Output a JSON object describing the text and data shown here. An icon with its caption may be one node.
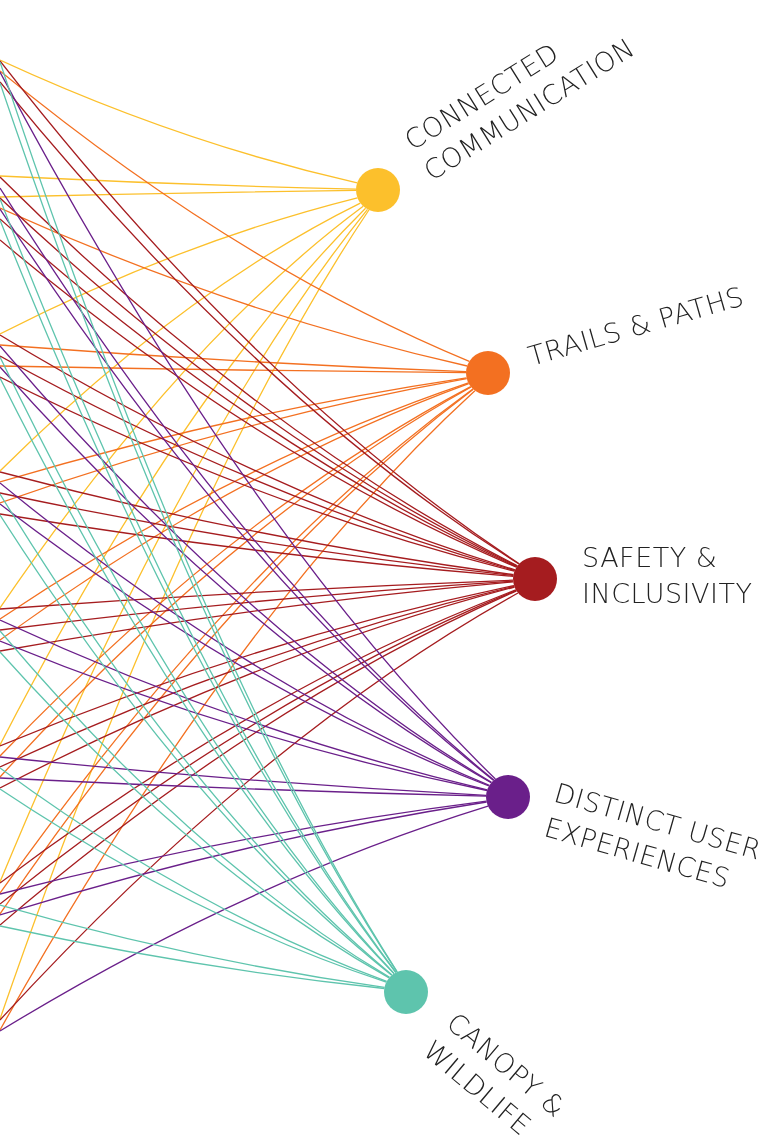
{
  "diagram": {
    "nodes": [
      {
        "text": [
          "CONNECTED COMMUNICATION"
        ]
      },
      {
        "text": [
          "TRAILS & PATHS"
        ]
      },
      {
        "text": [
          "SAFETY & INCLUSIVITY"
        ]
      },
      {
        "text": [
          "DISTINCT USER EXPERIENCES"
        ]
      },
      {
        "text": [
          "CANOPY & WILDLIFE"
        ]
      }
    ],
    "edges": [
      {
        "from": null,
        "to": 0,
        "arrow": "none",
        "color": "#fcc02c"
      },
      {
        "from": null,
        "to": 0,
        "arrow": "none",
        "color": "#fcc02c"
      },
      {
        "from": null,
        "to": 0,
        "arrow": "none",
        "color": "#fcc02c"
      },
      {
        "from": null,
        "to": 0,
        "arrow": "none",
        "color": "#fcc02c"
      },
      {
        "from": null,
        "to": 0,
        "arrow": "none",
        "color": "#fcc02c"
      },
      {
        "from": null,
        "to": 0,
        "arrow": "none",
        "color": "#fcc02c"
      },
      {
        "from": null,
        "to": 0,
        "arrow": "none",
        "color": "#fcc02c"
      },
      {
        "from": null,
        "to": 0,
        "arrow": "none",
        "color": "#fcc02c"
      },
      {
        "from": null,
        "to": 0,
        "arrow": "none",
        "color": "#fcc02c"
      },
      {
        "from": null,
        "to": 1,
        "arrow": "none",
        "color": "#f37021"
      },
      {
        "from": null,
        "to": 1,
        "arrow": "none",
        "color": "#f37021"
      },
      {
        "from": null,
        "to": 1,
        "arrow": "none",
        "color": "#f37021"
      },
      {
        "from": null,
        "to": 1,
        "arrow": "none",
        "color": "#f37021"
      },
      {
        "from": null,
        "to": 1,
        "arrow": "none",
        "color": "#f37021"
      },
      {
        "from": null,
        "to": 1,
        "arrow": "none",
        "color": "#f37021"
      },
      {
        "from": null,
        "to": 1,
        "arrow": "none",
        "color": "#f37021"
      },
      {
        "from": null,
        "to": 1,
        "arrow": "none",
        "color": "#f37021"
      },
      {
        "from": null,
        "to": 1,
        "arrow": "none",
        "color": "#f37021"
      },
      {
        "from": null,
        "to": 1,
        "arrow": "none",
        "color": "#f37021"
      },
      {
        "from": null,
        "to": 1,
        "arrow": "none",
        "color": "#f37021"
      },
      {
        "from": null,
        "to": 1,
        "arrow": "none",
        "color": "#f37021"
      },
      {
        "from": null,
        "to": 1,
        "arrow": "none",
        "color": "#f37021"
      },
      {
        "from": null,
        "to": 2,
        "arrow": "none",
        "color": "#a51c1f"
      },
      {
        "from": null,
        "to": 2,
        "arrow": "none",
        "color": "#a51c1f"
      },
      {
        "from": null,
        "to": 2,
        "arrow": "none",
        "color": "#a51c1f"
      },
      {
        "from": null,
        "to": 2,
        "arrow": "none",
        "color": "#a51c1f"
      },
      {
        "from": null,
        "to": 2,
        "arrow": "none",
        "color": "#a51c1f"
      },
      {
        "from": null,
        "to": 2,
        "arrow": "none",
        "color": "#a51c1f"
      },
      {
        "from": null,
        "to": 2,
        "arrow": "none",
        "color": "#a51c1f"
      },
      {
        "from": null,
        "to": 2,
        "arrow": "none",
        "color": "#a51c1f"
      },
      {
        "from": null,
        "to": 2,
        "arrow": "none",
        "color": "#a51c1f"
      },
      {
        "from": null,
        "to": 2,
        "arrow": "none",
        "color": "#a51c1f"
      },
      {
        "from": null,
        "to": 2,
        "arrow": "none",
        "color": "#a51c1f"
      },
      {
        "from": null,
        "to": 2,
        "arrow": "none",
        "color": "#a51c1f"
      },
      {
        "from": null,
        "to": 2,
        "arrow": "none",
        "color": "#a51c1f"
      },
      {
        "from": null,
        "to": 2,
        "arrow": "none",
        "color": "#a51c1f"
      },
      {
        "from": null,
        "to": 2,
        "arrow": "none",
        "color": "#a51c1f"
      },
      {
        "from": null,
        "to": 2,
        "arrow": "none",
        "color": "#a51c1f"
      },
      {
        "from": null,
        "to": 2,
        "arrow": "none",
        "color": "#a51c1f"
      },
      {
        "from": null,
        "to": 2,
        "arrow": "none",
        "color": "#a51c1f"
      },
      {
        "from": null,
        "to": 2,
        "arrow": "none",
        "color": "#a51c1f"
      },
      {
        "from": null,
        "to": 2,
        "arrow": "none",
        "color": "#a51c1f"
      },
      {
        "from": null,
        "to": 2,
        "arrow": "none",
        "color": "#a51c1f"
      },
      {
        "from": null,
        "to": 2,
        "arrow": "none",
        "color": "#a51c1f"
      },
      {
        "from": null,
        "to": 3,
        "arrow": "none",
        "color": "#6a1f8a"
      },
      {
        "from": null,
        "to": 3,
        "arrow": "none",
        "color": "#6a1f8a"
      },
      {
        "from": null,
        "to": 3,
        "arrow": "none",
        "color": "#6a1f8a"
      },
      {
        "from": null,
        "to": 3,
        "arrow": "none",
        "color": "#6a1f8a"
      },
      {
        "from": null,
        "to": 3,
        "arrow": "none",
        "color": "#6a1f8a"
      },
      {
        "from": null,
        "to": 3,
        "arrow": "none",
        "color": "#6a1f8a"
      },
      {
        "from": null,
        "to": 3,
        "arrow": "none",
        "color": "#6a1f8a"
      },
      {
        "from": null,
        "to": 3,
        "arrow": "none",
        "color": "#6a1f8a"
      },
      {
        "from": null,
        "to": 3,
        "arrow": "none",
        "color": "#6a1f8a"
      },
      {
        "from": null,
        "to": 3,
        "arrow": "none",
        "color": "#6a1f8a"
      },
      {
        "from": null,
        "to": 3,
        "arrow": "none",
        "color": "#6a1f8a"
      },
      {
        "from": null,
        "to": 3,
        "arrow": "none",
        "color": "#6a1f8a"
      },
      {
        "from": null,
        "to": 3,
        "arrow": "none",
        "color": "#6a1f8a"
      },
      {
        "from": null,
        "to": 3,
        "arrow": "none",
        "color": "#6a1f8a"
      },
      {
        "from": null,
        "to": 4,
        "arrow": "none",
        "color": "#5ec4ad"
      },
      {
        "from": null,
        "to": 4,
        "arrow": "none",
        "color": "#5ec4ad"
      },
      {
        "from": null,
        "to": 4,
        "arrow": "none",
        "color": "#5ec4ad"
      },
      {
        "from": null,
        "to": 4,
        "arrow": "none",
        "color": "#5ec4ad"
      },
      {
        "from": null,
        "to": 4,
        "arrow": "none",
        "color": "#5ec4ad"
      },
      {
        "from": null,
        "to": 4,
        "arrow": "none",
        "color": "#5ec4ad"
      },
      {
        "from": null,
        "to": 4,
        "arrow": "none",
        "color": "#5ec4ad"
      },
      {
        "from": null,
        "to": 4,
        "arrow": "none",
        "color": "#5ec4ad"
      },
      {
        "from": null,
        "to": 4,
        "arrow": "none",
        "color": "#5ec4ad"
      },
      {
        "from": null,
        "to": 4,
        "arrow": "none",
        "color": "#5ec4ad"
      },
      {
        "from": null,
        "to": 4,
        "arrow": "none",
        "color": "#5ec4ad"
      },
      {
        "from": null,
        "to": 4,
        "arrow": "none",
        "color": "#5ec4ad"
      },
      {
        "from": null,
        "to": 4,
        "arrow": "none",
        "color": "#5ec4ad"
      },
      {
        "from": null,
        "to": 4,
        "arrow": "none",
        "color": "#5ec4ad"
      }
    ]
  }
}
